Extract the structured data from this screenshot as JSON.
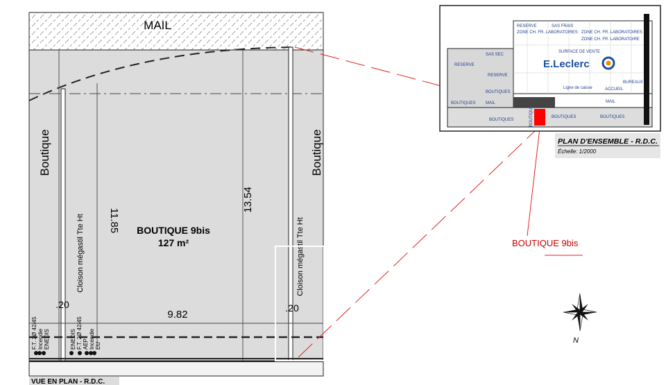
{
  "detail_plan": {
    "mail_label": "MAIL",
    "left_neighbor": "Boutique",
    "right_neighbor": "Boutique",
    "unit_name": "BOUTIQUE 9bis",
    "unit_area": "127 m²",
    "depth_left": "11.85",
    "depth_right": "13.54",
    "width": "9.82",
    "wall_thickness_left": ".20",
    "wall_thickness_right": ".20",
    "partition_left": "Cloison mégastil Tte Ht",
    "partition_right": "Cloison mégastil Tte Ht",
    "utilities_left": [
      "F.T. 2Ø 42/45",
      "Incendie",
      "ENEDIS"
    ],
    "utilities_right": [
      "ENEDIS",
      "F.T. 2Ø 42/45",
      "AEP",
      "Incendie",
      "EU"
    ],
    "bottom_label": "VUE EN PLAN - R.D.C."
  },
  "overview_plan": {
    "brand": "E.Leclerc",
    "brand_color": "#1b4fa0",
    "labels": [
      "SURFACE DE VENTE",
      "RESERVE",
      "RESERVE",
      "RESERVE",
      "SAS FRAIS",
      "ZONE CH. FR. LABORATOIRES",
      "ZONE CH. FR. LABORATOIRES",
      "ZONE CH. FR. LABORATOIRE",
      "SAS SEC",
      "Ligne de caisse",
      "ACCUEIL",
      "BUREAUX",
      "MAIL",
      "BOUTIQUES",
      "BOUTIQUES",
      "BOUTIQUES",
      "BOUTIQUES",
      "BOUTIQUES",
      "BOUTIQUE",
      "MAIL"
    ],
    "title": "PLAN D'ENSEMBLE - R.D.C.",
    "scale": "Échelle: 1/2000",
    "highlight_color": "#ff0000"
  },
  "callout": {
    "label": "BOUTIQUE 9bis",
    "color": "#cc0000"
  },
  "compass": {
    "north": "N"
  }
}
